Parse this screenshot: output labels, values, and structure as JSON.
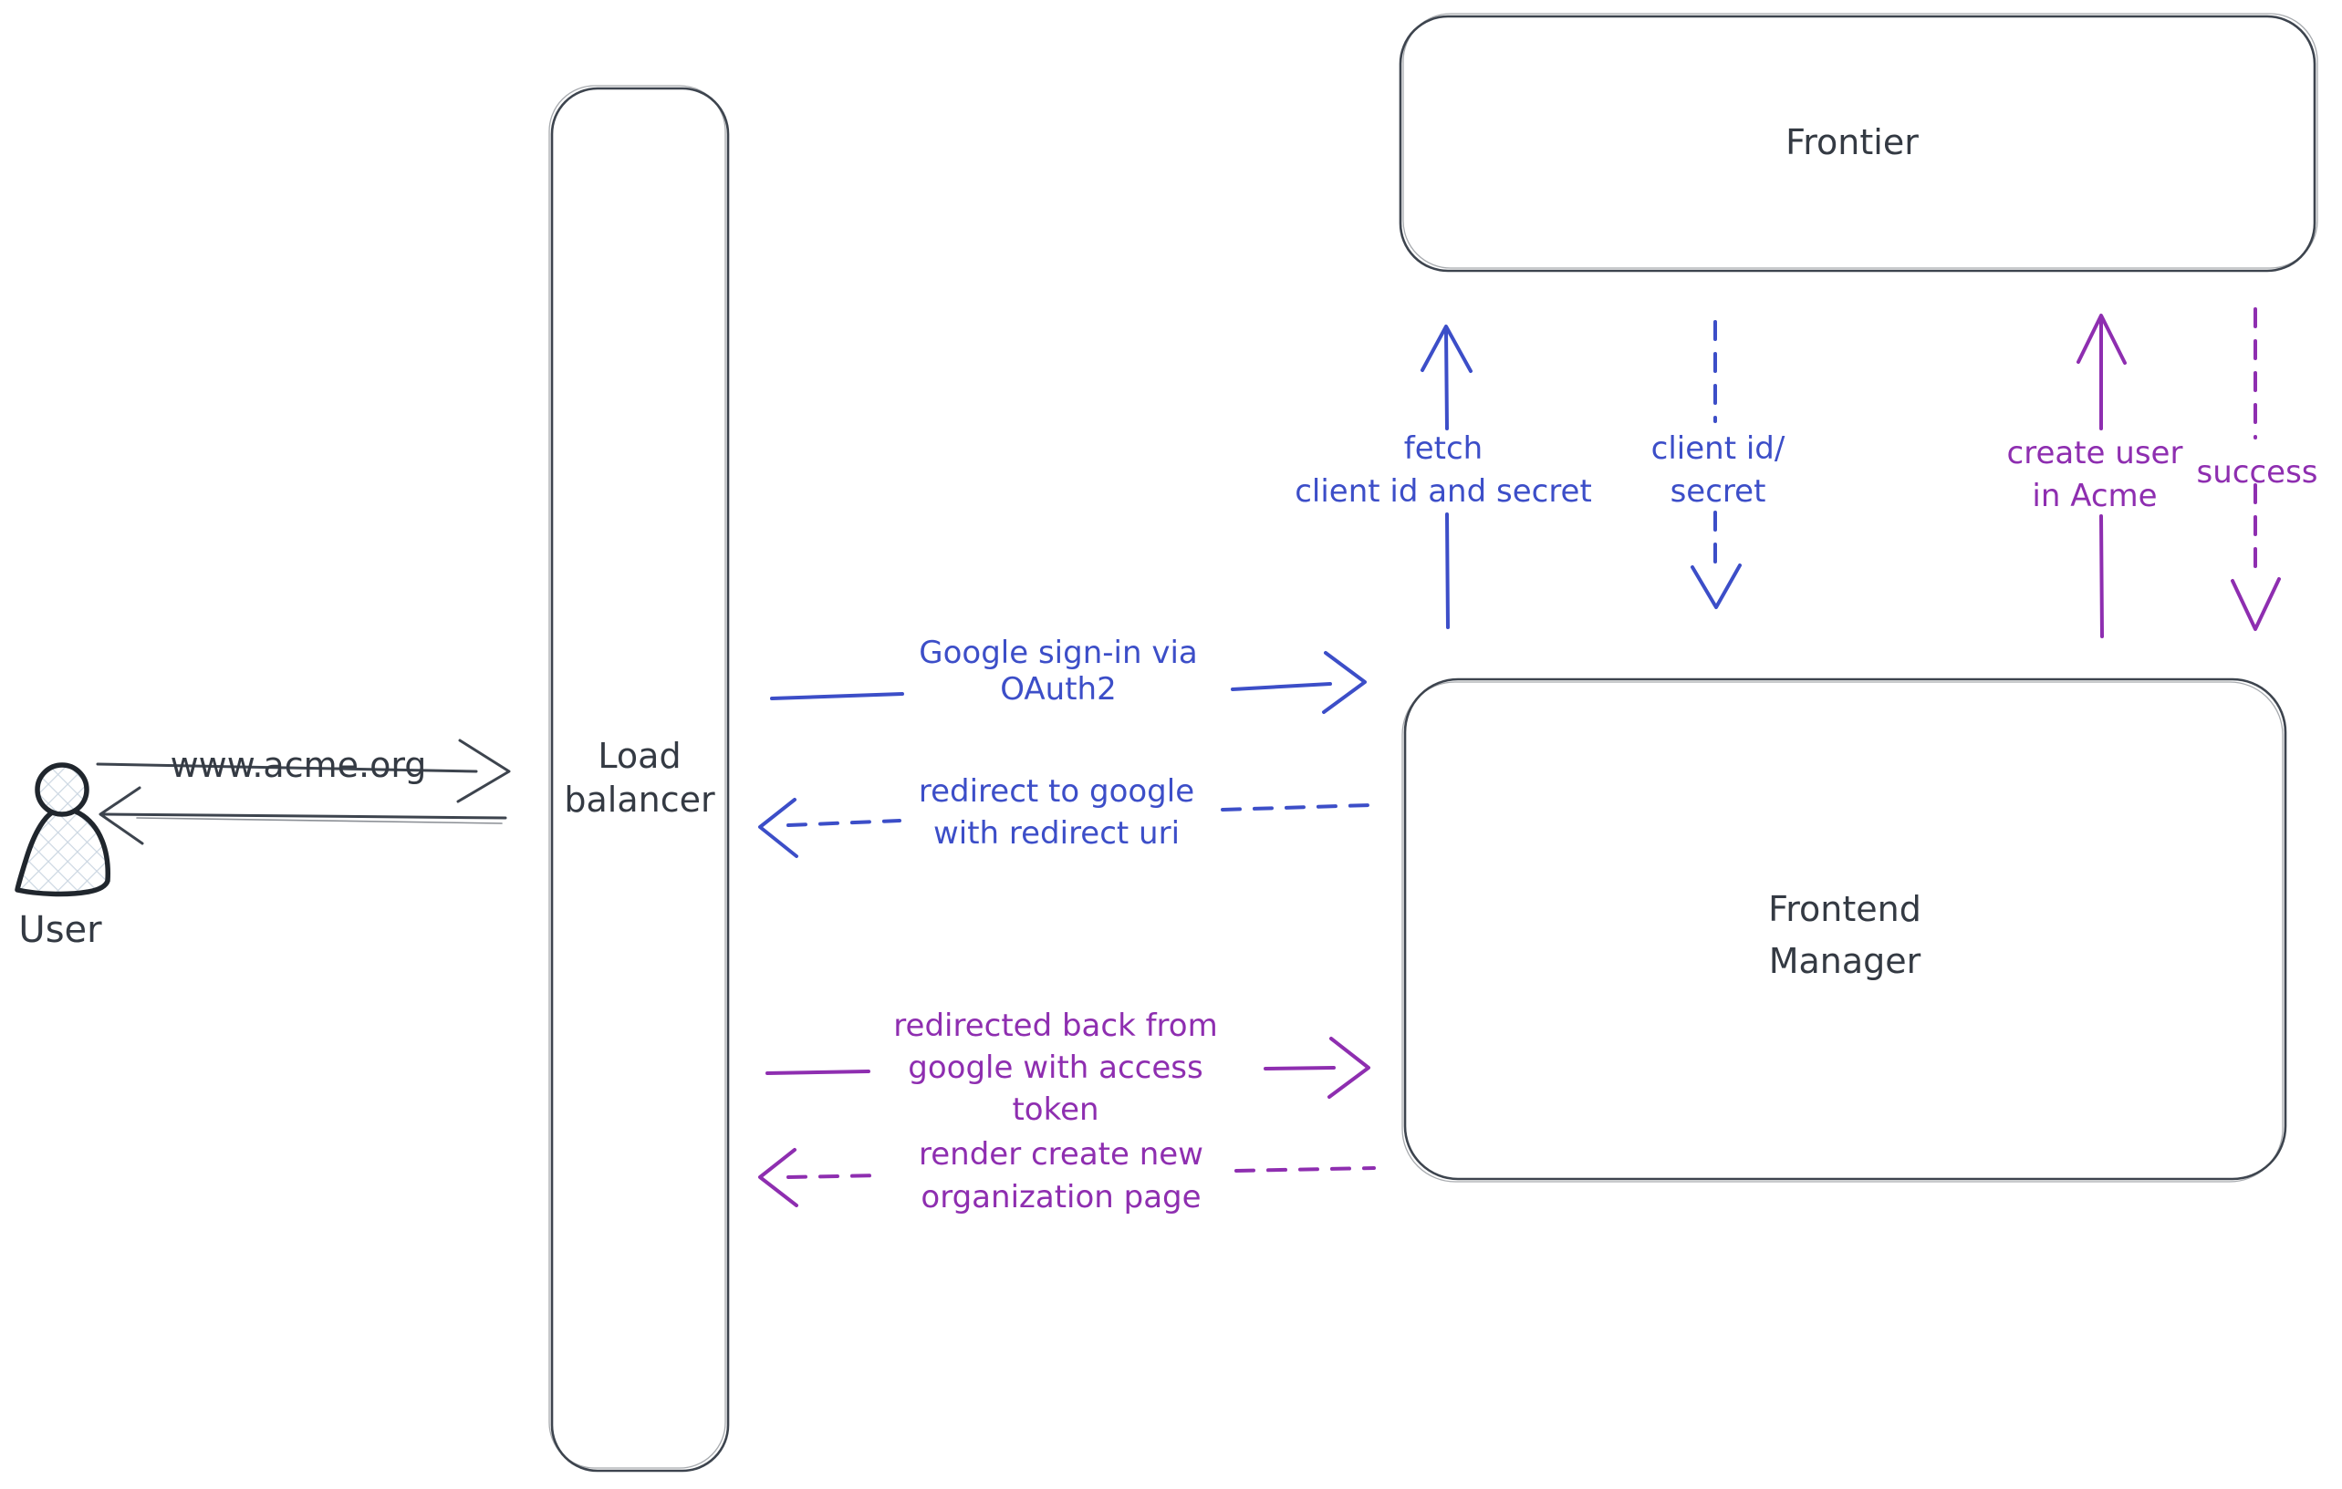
{
  "diagram": {
    "title": "Google OAuth sign-in flow",
    "colors": {
      "background": "#ffffff",
      "ink": "#343a43",
      "blue": "#3c4ec8",
      "purple": "#8e2eb0",
      "hatch_fill": "#ccd7e2"
    },
    "nodes": {
      "user": {
        "label": "User",
        "shape": "person"
      },
      "load_balancer": {
        "label": "Load\nbalancer",
        "shape": "rounded-rect"
      },
      "frontier": {
        "label": "Frontier",
        "shape": "rounded-rect"
      },
      "frontend_manager": {
        "label": "Frontend\nManager",
        "shape": "rounded-rect"
      }
    },
    "edges": {
      "www_request": {
        "label": "www.acme.org",
        "from": "user",
        "to": "load_balancer",
        "style": "solid",
        "color": "ink"
      },
      "www_response": {
        "from": "load_balancer",
        "to": "user",
        "style": "solid",
        "color": "ink"
      },
      "google_signin": {
        "label": "Google sign-in via\nOAuth2",
        "from": "load_balancer",
        "to": "frontend_manager",
        "style": "solid",
        "color": "blue"
      },
      "redirect_google": {
        "label": "redirect to google\nwith redirect uri",
        "from": "frontend_manager",
        "to": "load_balancer",
        "style": "dashed",
        "color": "blue"
      },
      "redirected_back": {
        "label": "redirected back from\ngoogle with access\ntoken",
        "from": "load_balancer",
        "to": "frontend_manager",
        "style": "solid",
        "color": "purple"
      },
      "render_create_org": {
        "label": "render create new\norganization page",
        "from": "frontend_manager",
        "to": "load_balancer",
        "style": "dashed",
        "color": "purple"
      },
      "fetch_client_creds": {
        "label": "fetch\nclient id and secret",
        "from": "frontend_manager",
        "to": "frontier",
        "style": "solid",
        "color": "blue"
      },
      "client_id_secret": {
        "label": "client id/\nsecret",
        "from": "frontier",
        "to": "frontend_manager",
        "style": "dashed",
        "color": "blue"
      },
      "create_user": {
        "label": "create user\nin Acme",
        "from": "frontend_manager",
        "to": "frontier",
        "style": "solid",
        "color": "purple"
      },
      "success": {
        "label": "success",
        "from": "frontier",
        "to": "frontend_manager",
        "style": "dashed",
        "color": "purple"
      }
    }
  }
}
